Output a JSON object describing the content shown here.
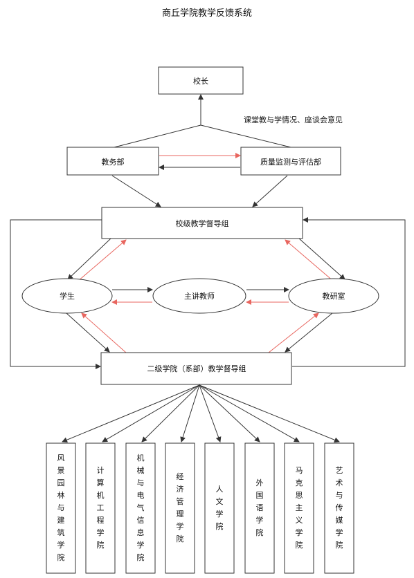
{
  "title": "商丘学院教学反馈系统",
  "colors": {
    "black_arrow": "#333333",
    "red_arrow": "#e8665f",
    "box_stroke": "#333333"
  },
  "nodes": {
    "principal": "校长",
    "academic_affairs": "教务部",
    "quality_office": "质量监测与评估部",
    "school_supervision": "校级教学督导组",
    "students": "学生",
    "lecturer": "主讲教师",
    "teaching_office": "教研室",
    "college_supervision": "二级学院（系部）教学督导组"
  },
  "annotation": "课堂教与学情况、座谈会意见",
  "colleges": [
    "风景园林与建筑学院",
    "计算机工程学院",
    "机械与电气信息学院",
    "经济管理学院",
    "人文学院",
    "外国语学院",
    "马克思主义学院",
    "艺术与传媒学院"
  ]
}
